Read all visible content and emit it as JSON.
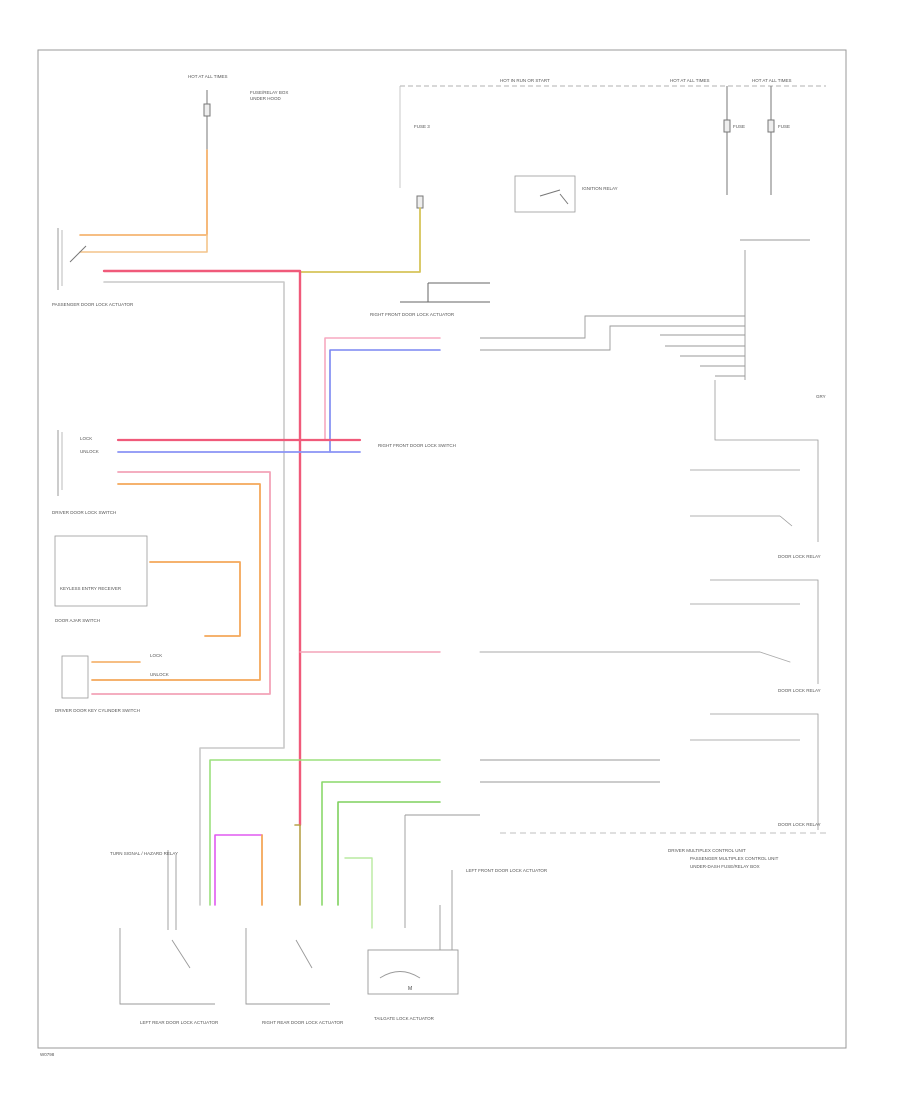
{
  "diagram": {
    "footer_code": "W0798",
    "labels": {
      "l01": "HOT AT ALL TIMES",
      "l02": "FUSE/RELAY BOX",
      "l03": "UNDER HOOD",
      "l04": "HOT IN RUN OR START",
      "l05": "HOT AT ALL TIMES",
      "l06": "HOT AT ALL TIMES",
      "l07": "FUSE 3",
      "l08": "FUSE",
      "l09": "FUSE",
      "l10": "IGNITION RELAY",
      "l11": "PASSENGER DOOR LOCK ACTUATOR",
      "l12": "RIGHT FRONT DOOR LOCK ACTUATOR",
      "l13": "RIGHT FRONT DOOR LOCK SWITCH",
      "l14": "DRIVER DOOR LOCK SWITCH",
      "l15": "LEFT FRONT DOOR LOCK ACTUATOR",
      "l16": "LOCK",
      "l17": "UNLOCK",
      "l18": "DOOR LOCK RELAY",
      "l19": "DOOR LOCK RELAY",
      "l20": "DOOR LOCK RELAY",
      "l21": "KEYLESS ENTRY RECEIVER",
      "l22": "DOOR AJAR SWITCH",
      "l23": "DRIVER DOOR KEY CYLINDER SWITCH",
      "l24": "TURN SIGNAL / HAZARD RELAY",
      "l25": "LEFT REAR DOOR LOCK ACTUATOR",
      "l26": "RIGHT REAR DOOR LOCK ACTUATOR",
      "l27": "DRIVER MULTIPLEX CONTROL UNIT",
      "l28": "PASSENGER MULTIPLEX CONTROL UNIT",
      "l29": "UNDER-DASH FUSE/RELAY BOX",
      "l30": "TAILGATE LOCK ACTUATOR",
      "l31": "M",
      "l32": "GRY",
      "l33": "LOCK",
      "l34": "UNLOCK"
    }
  }
}
